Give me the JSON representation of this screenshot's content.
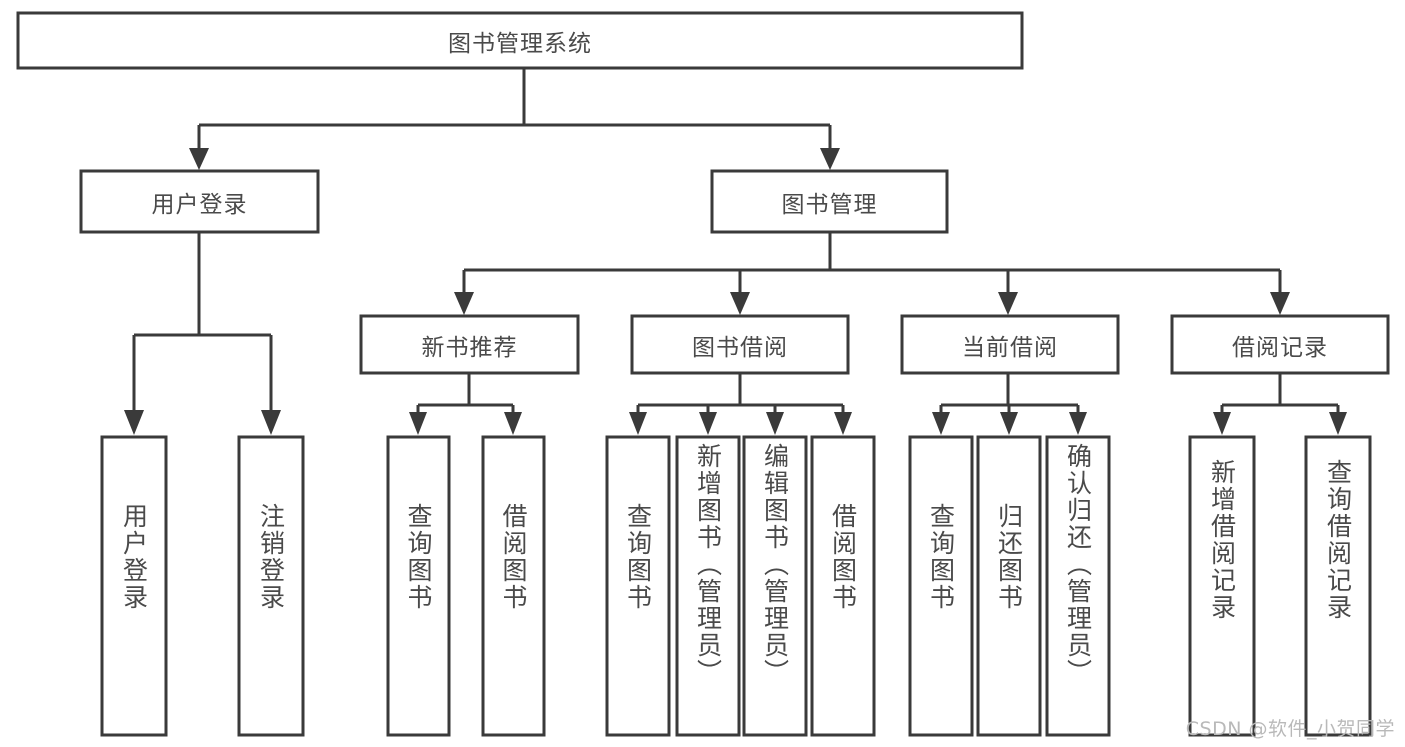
{
  "diagram": {
    "type": "tree",
    "title": "图书管理系统",
    "orientation": "top-down",
    "colors": {
      "box_stroke": "#3a3a3a",
      "box_fill": "#ffffff",
      "label_text": "#4a4a4a",
      "connector": "#3a3a3a",
      "watermark": "#b9b9b9",
      "background": "#ffffff"
    },
    "root": {
      "label": "图书管理系统",
      "orientation": "horizontal"
    },
    "level2": [
      {
        "id": "user-login",
        "label": "用户登录",
        "orientation": "horizontal"
      },
      {
        "id": "book-manage",
        "label": "图书管理",
        "orientation": "horizontal"
      }
    ],
    "level3": [
      {
        "id": "new-book-recommend",
        "label": "新书推荐",
        "orientation": "horizontal",
        "parent": "book-manage"
      },
      {
        "id": "book-borrow",
        "label": "图书借阅",
        "orientation": "horizontal",
        "parent": "book-manage"
      },
      {
        "id": "current-borrow",
        "label": "当前借阅",
        "orientation": "horizontal",
        "parent": "book-manage"
      },
      {
        "id": "borrow-record",
        "label": "借阅记录",
        "orientation": "horizontal",
        "parent": "book-manage"
      }
    ],
    "leaves": {
      "user-login": [
        {
          "id": "leaf-user-login",
          "label": "用户登录",
          "orientation": "vertical"
        },
        {
          "id": "leaf-user-logout",
          "label": "注销登录",
          "orientation": "vertical"
        }
      ],
      "new-book-recommend": [
        {
          "id": "leaf-query-book-1",
          "label": "查询图书",
          "orientation": "vertical"
        },
        {
          "id": "leaf-borrow-book-1",
          "label": "借阅图书",
          "orientation": "vertical"
        }
      ],
      "book-borrow": [
        {
          "id": "leaf-query-book-2",
          "label": "查询图书",
          "orientation": "vertical"
        },
        {
          "id": "leaf-add-book",
          "label": "新增图书（管理员）",
          "orientation": "vertical"
        },
        {
          "id": "leaf-edit-book",
          "label": "编辑图书（管理员）",
          "orientation": "vertical"
        },
        {
          "id": "leaf-borrow-book-2",
          "label": "借阅图书",
          "orientation": "vertical"
        }
      ],
      "current-borrow": [
        {
          "id": "leaf-query-book-3",
          "label": "查询图书",
          "orientation": "vertical"
        },
        {
          "id": "leaf-return-book",
          "label": "归还图书",
          "orientation": "vertical"
        },
        {
          "id": "leaf-confirm-return",
          "label": "确认归还（管理员）",
          "orientation": "vertical"
        }
      ],
      "borrow-record": [
        {
          "id": "leaf-add-record",
          "label": "新增借阅记录",
          "orientation": "vertical"
        },
        {
          "id": "leaf-query-record",
          "label": "查询借阅记录",
          "orientation": "vertical"
        }
      ]
    },
    "watermark": "CSDN @软件_小贺同学"
  }
}
